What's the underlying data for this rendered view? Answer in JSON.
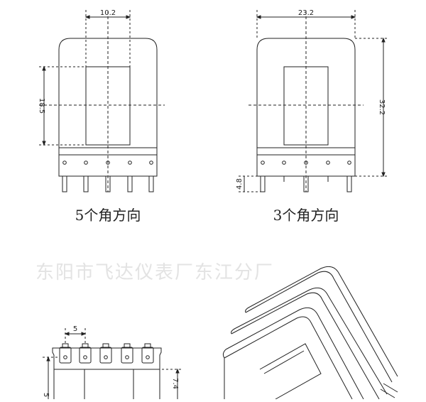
{
  "watermark": "东阳市飞达仪表厂东江分厂",
  "views": {
    "front_5": {
      "caption": "5个角方向",
      "dim_width": "10.2",
      "dim_height": "18.5"
    },
    "front_3": {
      "caption": "3个角方向",
      "dim_width": "23.2",
      "dim_height": "32.2",
      "dim_pin": "4.8"
    },
    "pin_view": {
      "dim_pitch": "5",
      "dim_height": "7.4",
      "dim_left": "5"
    }
  }
}
